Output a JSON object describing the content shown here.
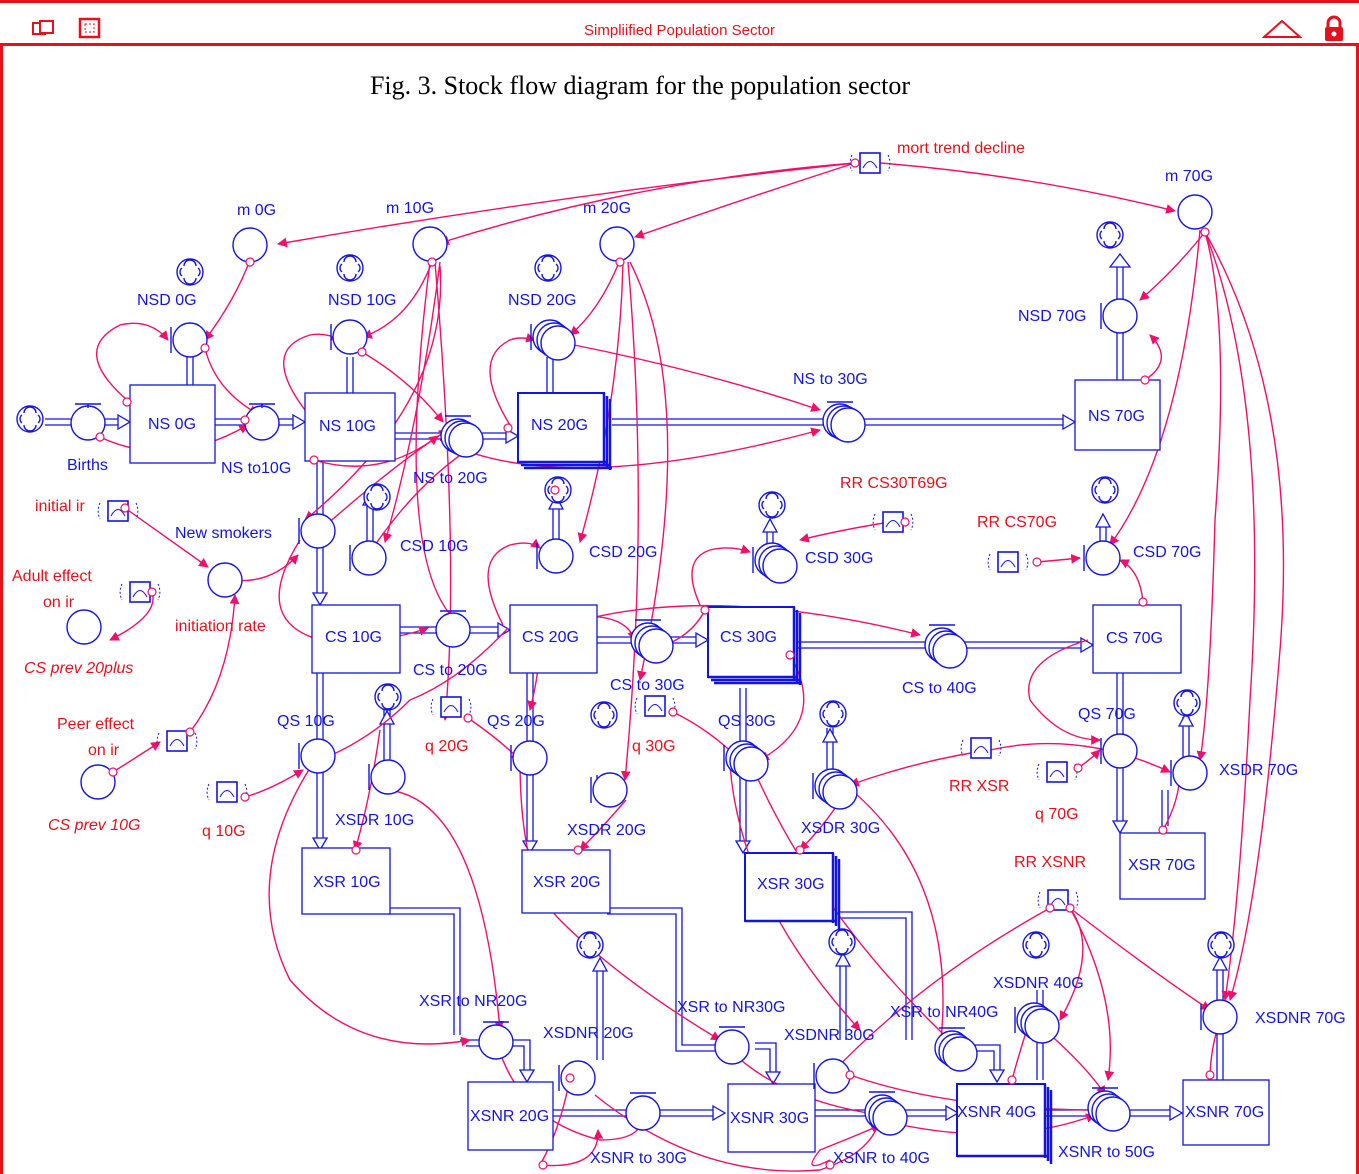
{
  "window": {
    "title": "Simpliified Population Sector"
  },
  "figure": {
    "caption": "Fig. 3.  Stock flow diagram for the population sector"
  },
  "stocks": {
    "ns0": "NS 0G",
    "ns10": "NS 10G",
    "ns20": "NS 20G",
    "ns70": "NS 70G",
    "cs10": "CS 10G",
    "cs20": "CS 20G",
    "cs30": "CS 30G",
    "cs70": "CS 70G",
    "xsr10": "XSR 10G",
    "xsr20": "XSR 20G",
    "xsr30": "XSR 30G",
    "xsr70": "XSR 70G",
    "xsnr20": "XSNR 20G",
    "xsnr30": "XSNR 30G",
    "xsnr40": "XSNR 40G",
    "xsnr70": "XSNR 70G"
  },
  "flows": {
    "births": "Births",
    "nsd0": "NSD 0G",
    "nsd10": "NSD 10G",
    "nsd20": "NSD 20G",
    "nsd70": "NSD 70G",
    "ns_to_10": "NS to10G",
    "ns_to_20": "NS to 20G",
    "ns_to_30": "NS to 30G",
    "new_smokers": "New smokers",
    "csd10": "CSD 10G",
    "csd20": "CSD 20G",
    "csd30": "CSD 30G",
    "csd70": "CSD 70G",
    "cs_to_20": "CS to 20G",
    "cs_to_30": "CS to 30G",
    "cs_to_40": "CS to 40G",
    "qs10": "QS 10G",
    "qs20": "QS 20G",
    "qs30": "QS 30G",
    "qs70": "QS 70G",
    "xsdr10": "XSDR 10G",
    "xsdr20": "XSDR 20G",
    "xsdr30": "XSDR 30G",
    "xsdr70": "XSDR 70G",
    "xsr_to_nr20": "XSR to NR20G",
    "xsr_to_nr30": "XSR to NR30G",
    "xsr_to_nr40": "XSR to NR40G",
    "xsdnr20": "XSDNR 20G",
    "xsdnr30": "XSDNR 30G",
    "xsdnr40": "XSDNR 40G",
    "xsdnr70": "XSDNR 70G",
    "xsnr_to_30": "XSNR to 30G",
    "xsnr_to_40": "XSNR to 40G",
    "xsnr_to_50": "XSNR to 50G"
  },
  "aux": {
    "m0": "m 0G",
    "m10": "m 10G",
    "m20": "m 20G",
    "m70": "m 70G",
    "initiation_rate": "initiation rate"
  },
  "params": {
    "mort_trend": "mort trend decline",
    "initial_ir": "initial ir",
    "adult_effect_1": "Adult effect",
    "adult_effect_2": "on ir",
    "peer_effect_1": "Peer effect",
    "peer_effect_2": "on ir",
    "cs_prev_20": "CS prev 20plus",
    "cs_prev_10": "CS prev 10G",
    "rr_cs30": "RR CS30T69G",
    "rr_cs70": "RR CS70G",
    "rr_xsr": "RR XSR",
    "rr_xsnr": "RR XSNR",
    "q10": "q 10G",
    "q20": "q 20G",
    "q30": "q 30G",
    "q70": "q 70G"
  },
  "colors": {
    "stock": "#1414e0",
    "link": "#f0106a",
    "accent": "#e8101c"
  }
}
